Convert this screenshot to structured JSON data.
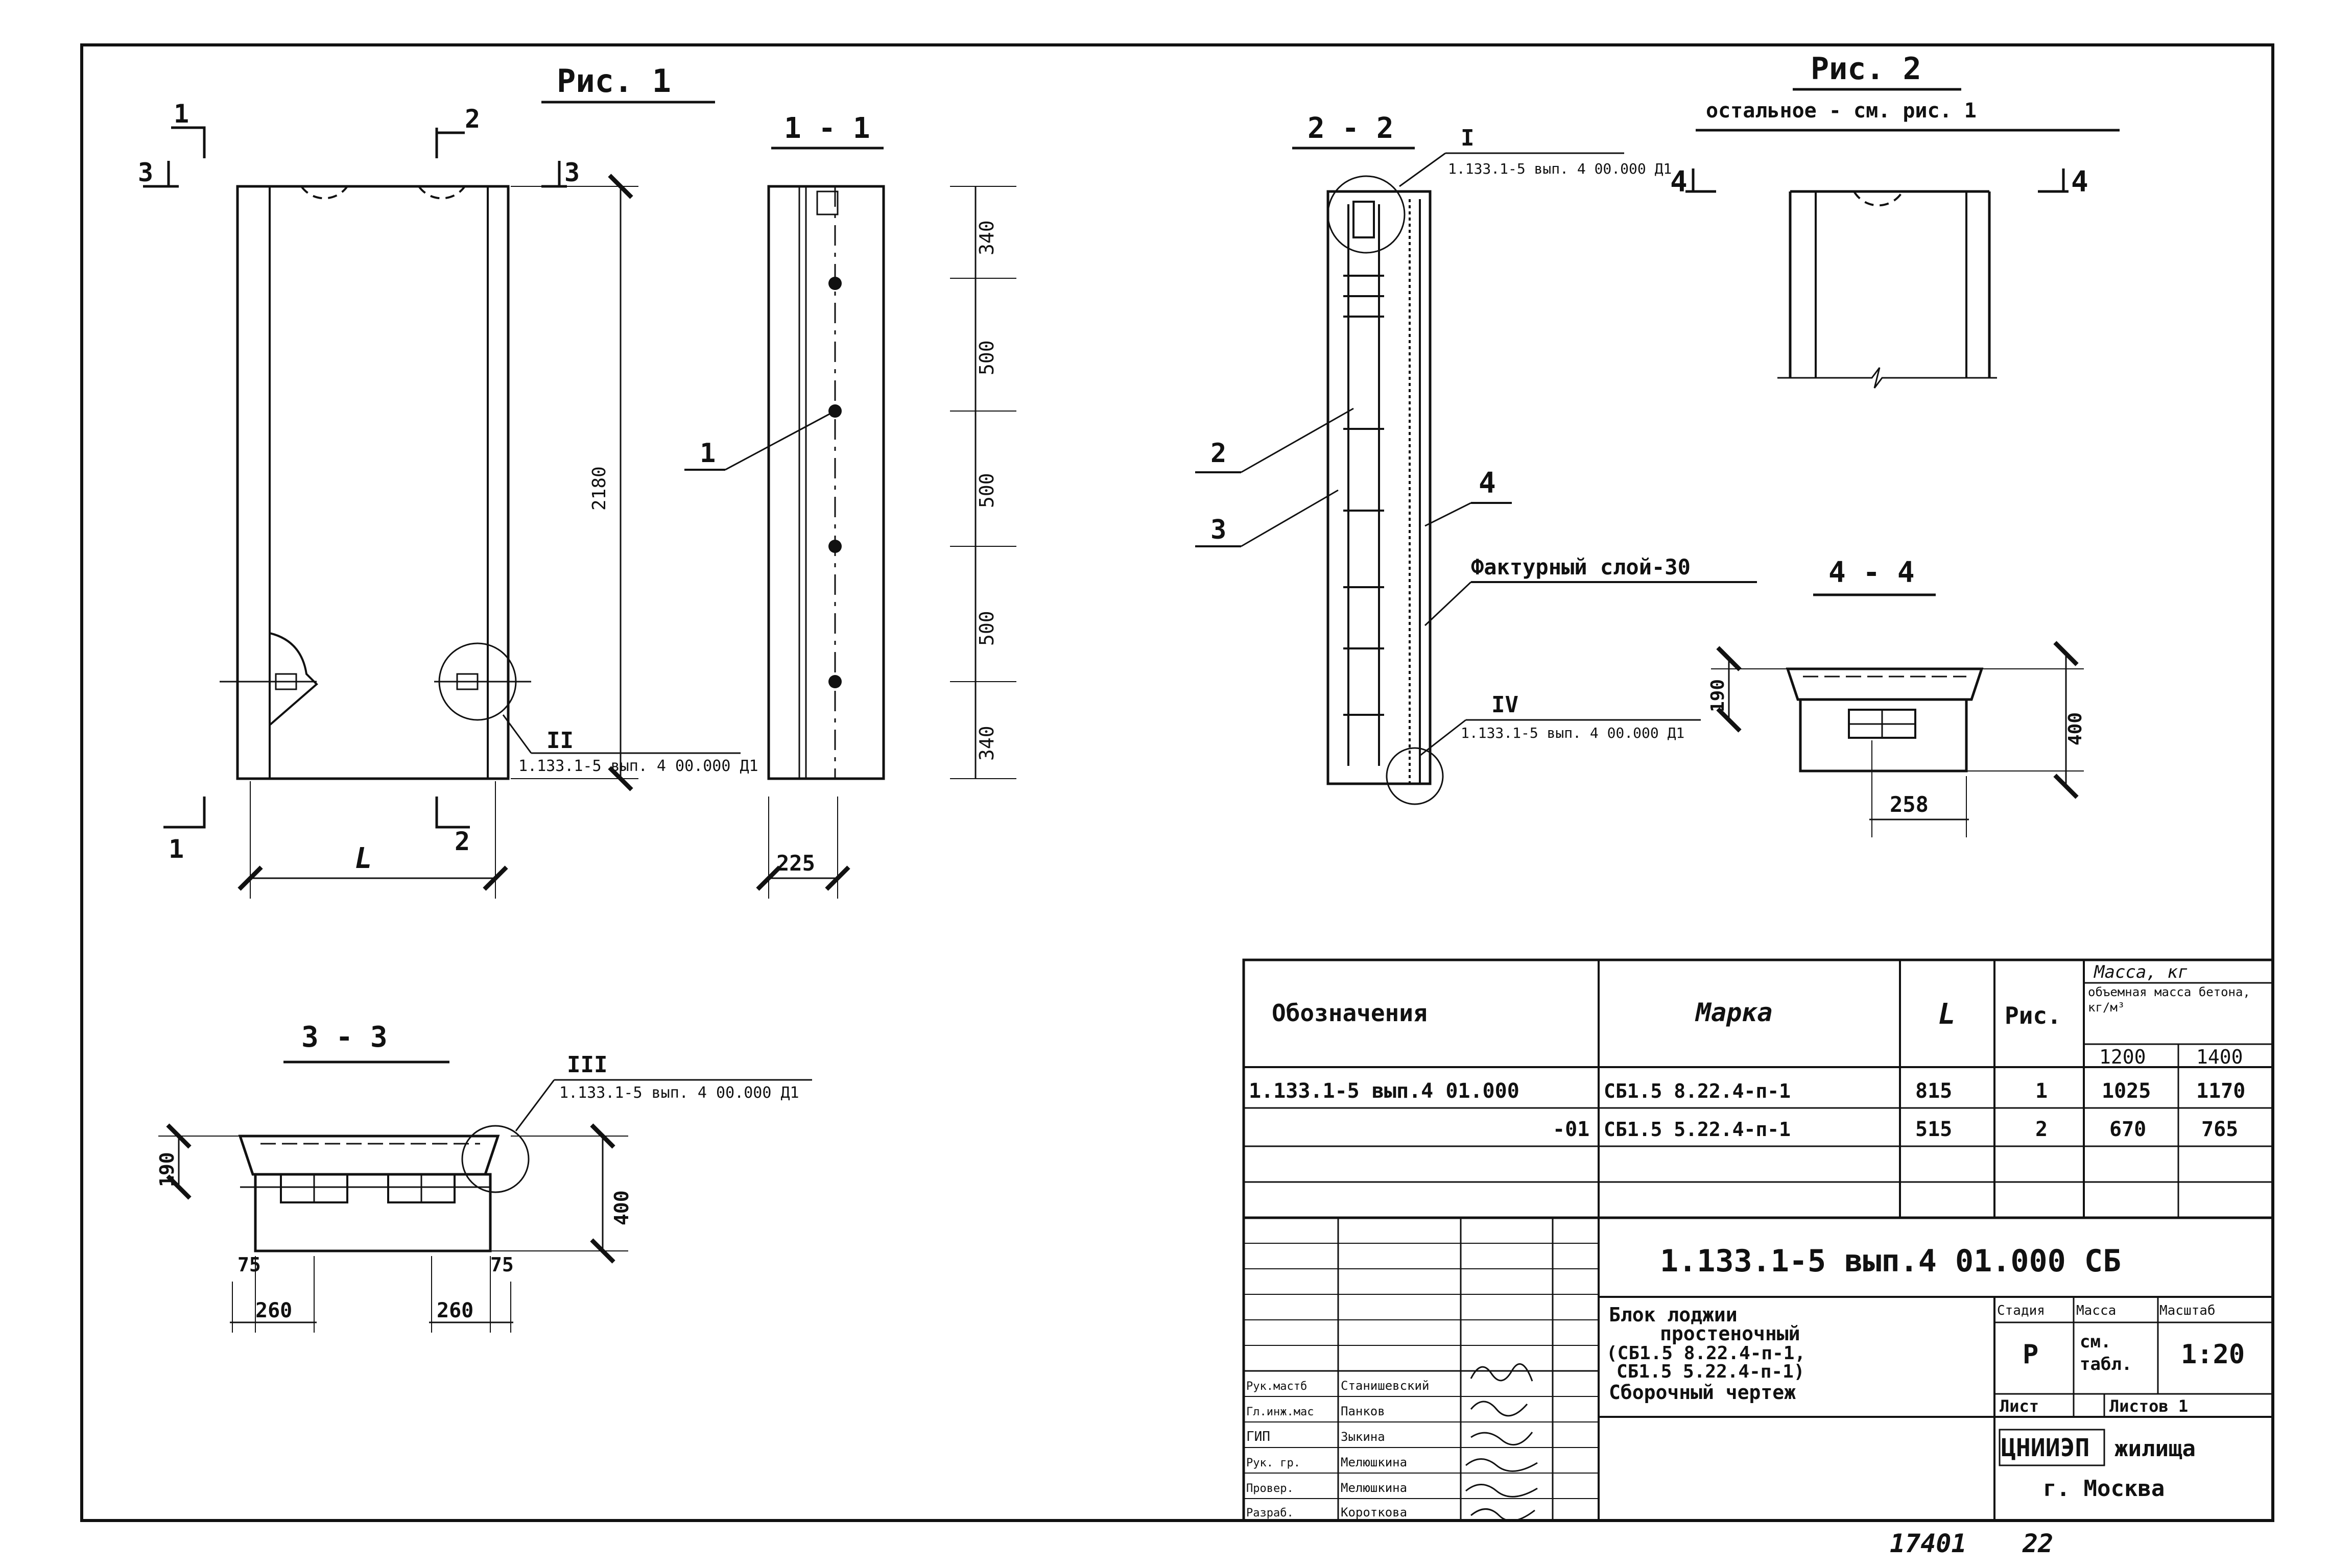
{
  "fig1": {
    "title": "Рис. 1",
    "sec_1_1": "1 - 1",
    "sec_3_3": "3 - 3",
    "cut1": "1",
    "cut2": "2",
    "cut3": "3",
    "dim_height": "2180",
    "dim_width": "L",
    "dim_thickness": "225",
    "dims_side": [
      "340",
      "500",
      "500",
      "500",
      "340"
    ],
    "pos1": "1",
    "ref_ii_mark": "II",
    "ref_ii_text": "1.133.1-5 вып. 4 00.000 Д1",
    "ref_iii_mark": "III",
    "ref_iii_text": "1.133.1-5 вып. 4 00.000 Д1",
    "dim_190": "190",
    "dim_400": "400",
    "dim_75a": "75",
    "dim_75b": "75",
    "dim_260a": "260",
    "dim_260b": "260"
  },
  "fig2": {
    "title": "Рис. 2",
    "subtitle": "остальное - см. рис. 1",
    "sec_2_2": "2 - 2",
    "sec_4_4": "4 - 4",
    "ref_i_mark": "I",
    "ref_i_text": "1.133.1-5 вып. 4 00.000 Д1",
    "ref_iv_mark": "IV",
    "ref_iv_text": "1.133.1-5 вып. 4 00.000 Д1",
    "pos2": "2",
    "pos3": "3",
    "pos4": "4",
    "texture_layer": "Фактурный слой-30",
    "cut4a": "4",
    "cut4b": "4",
    "dim_190": "190",
    "dim_400": "400",
    "dim_258": "258"
  },
  "spec": {
    "col_designation": "Обозначения",
    "col_mark": "Марка",
    "col_l": "L",
    "col_fig": "Рис.",
    "col_mass": "Масса, кг",
    "col_density": "объемная масса бетона, кг/м³",
    "density_1": "1200",
    "density_2": "1400",
    "rows": [
      {
        "designation": "1.133.1-5 вып.4 01.000",
        "mark": "СБ1.5 8.22.4-п-1",
        "l": "815",
        "fig": "1",
        "m1": "1025",
        "m2": "1170"
      },
      {
        "designation": "-01",
        "mark": "СБ1.5 5.22.4-п-1",
        "l": "515",
        "fig": "2",
        "m1": "670",
        "m2": "765"
      }
    ]
  },
  "titleblock": {
    "doc_number": "1.133.1-5 вып.4 01.000 СБ",
    "name_lines": [
      "Блок лоджии",
      "простеночный",
      "(СБ1.5 8.22.4-п-1,",
      "СБ1.5 5.22.4-п-1)",
      "Сборочный чертеж"
    ],
    "stage_label": "Стадия",
    "mass_label": "Масса",
    "scale_label": "Масштаб",
    "stage": "Р",
    "mass": "см. табл.",
    "scale": "1:20",
    "sheet_label": "Лист",
    "sheets_label": "Листов 1",
    "org_logo": "ЦНИИЭП",
    "org_name": "жилища",
    "org_city": "г. Москва",
    "roles": [
      {
        "role": "Рук.мастб",
        "name": "Станишевский"
      },
      {
        "role": "Гл.инж.мас",
        "name": "Панков"
      },
      {
        "role": "ГИП",
        "name": "Зыкина"
      },
      {
        "role": "Рук. гр.",
        "name": "Мелюшкина"
      },
      {
        "role": "Провер.",
        "name": "Мелюшкина"
      },
      {
        "role": "Разраб.",
        "name": "Короткова"
      }
    ]
  },
  "footer": {
    "number": "17401",
    "page": "22"
  }
}
